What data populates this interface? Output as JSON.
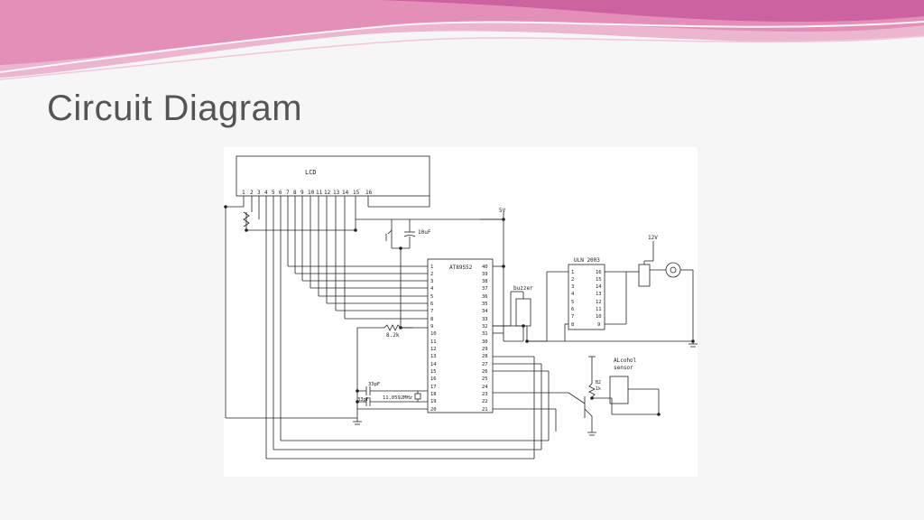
{
  "slide": {
    "title": "Circuit Diagram",
    "theme_colors": {
      "wave_pink": "#e48fb8",
      "wave_magenta": "#c85a9a",
      "wave_light": "#f3c6dc",
      "title_color": "#555555"
    }
  },
  "diagram": {
    "lcd": {
      "label": "LCD",
      "pins": [
        "1",
        "2",
        "3",
        "4",
        "5",
        "6",
        "7",
        "8",
        "9",
        "10",
        "11",
        "12",
        "13",
        "14",
        "15",
        "16"
      ]
    },
    "mcu": {
      "name": "AT89S52",
      "left_pins": [
        "1",
        "2",
        "3",
        "4",
        "5",
        "6",
        "7",
        "8",
        "9",
        "10",
        "11",
        "12",
        "13",
        "14",
        "15",
        "16",
        "17",
        "18",
        "19",
        "20"
      ],
      "right_pins": [
        "40",
        "39",
        "38",
        "37",
        "36",
        "35",
        "34",
        "33",
        "32",
        "31",
        "30",
        "29",
        "28",
        "27",
        "26",
        "25",
        "24",
        "23",
        "22",
        "21"
      ]
    },
    "driver": {
      "name": "ULN 2003",
      "left_pins": [
        "1",
        "2",
        "3",
        "4",
        "5",
        "6",
        "7",
        "8"
      ],
      "right_pins": [
        "16",
        "15",
        "14",
        "13",
        "12",
        "11",
        "10",
        "9"
      ]
    },
    "supply_5v": "5V",
    "supply_12v": "12V",
    "cap_10uf": "10uF",
    "res_8k2": "8.2k",
    "cap_33pf_1": "33pF",
    "cap_33pf_2": "33pF",
    "crystal": "11.0592MHz",
    "buzzer": "buzzer",
    "sensor_line1": "ALcohol",
    "sensor_line2": "sensor",
    "res_b2_1": "B2",
    "res_b2_2": "1k"
  }
}
